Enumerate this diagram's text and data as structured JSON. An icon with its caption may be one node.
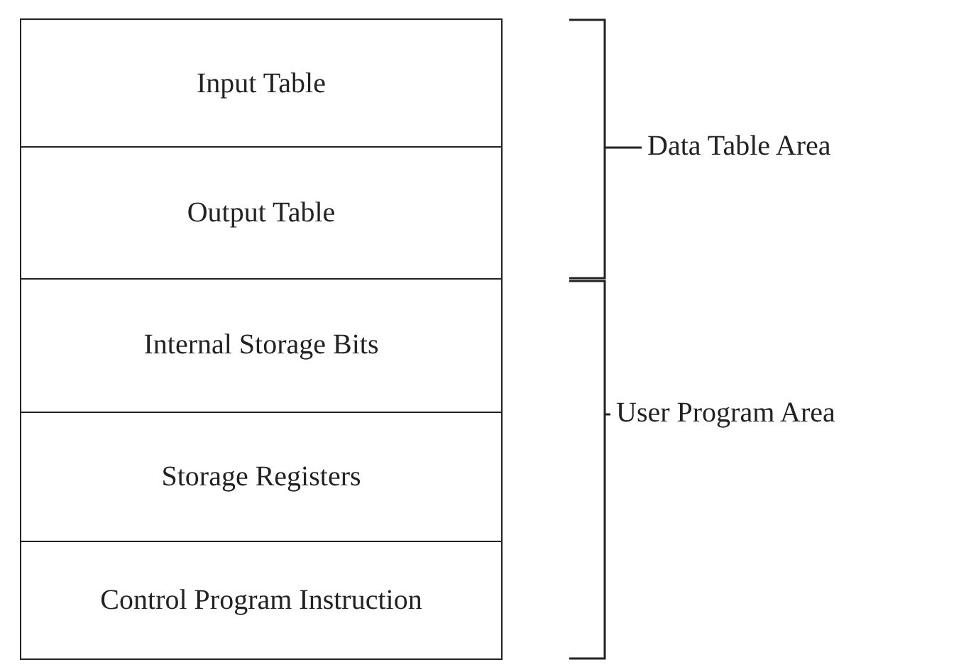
{
  "diagram": {
    "nodes": [
      {
        "text": [
          "Input Table"
        ]
      },
      {
        "text": [
          "Output Table"
        ]
      },
      {
        "text": [
          "Internal Storage Bits"
        ]
      },
      {
        "text": [
          "Storage Registers"
        ]
      },
      {
        "text": [
          "Control Program Instruction"
        ]
      }
    ],
    "labels": [
      "Data Table Area",
      "User Program Area"
    ]
  }
}
